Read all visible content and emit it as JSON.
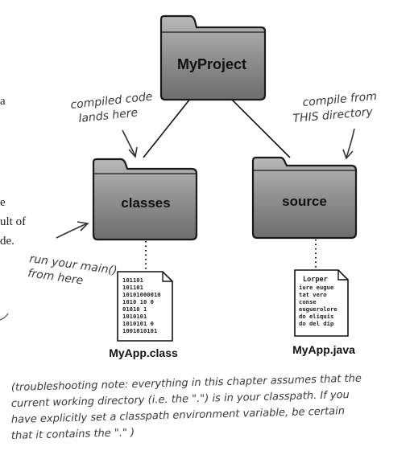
{
  "folders": {
    "project": "MyProject",
    "classes": "classes",
    "source": "source"
  },
  "annotations": {
    "compiled_code": [
      "compiled code",
      "lands here"
    ],
    "compile_from": [
      "compile from",
      "THIS directory"
    ],
    "run_main": [
      "run your main()",
      "from here"
    ]
  },
  "files": {
    "class_file": {
      "name": "MyApp.class",
      "lines": [
        "101101",
        "101101",
        "10101000010",
        "1010 10 0",
        "01010  1",
        "1010101",
        "1010101 0",
        "1001010101"
      ]
    },
    "java_file": {
      "name": "MyApp.java",
      "lines": [
        "Lorper",
        "iure eugue",
        "tat vero",
        "conse",
        "euguerolore",
        "do eliquis",
        "do del dip"
      ]
    }
  },
  "side_text": [
    "a",
    "e",
    "ult of",
    "de."
  ],
  "note": [
    "(troubleshooting note: everything in this chapter assumes that the",
    "current working directory (i.e. the \".\") is in your classpath. If you",
    "have explicitly set a classpath environment variable, be certain",
    "that it contains the \".\" )"
  ]
}
